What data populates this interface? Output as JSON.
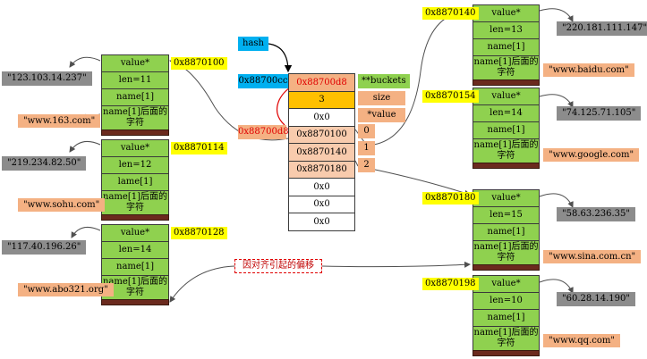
{
  "hash_label": "hash",
  "table_addr": "0x88700cc",
  "buckets_addr": "0x88700d8",
  "buckets_addr_red": "0x88700d8",
  "hashtable": {
    "cells": [
      "0x88700d8",
      "3",
      "0x0",
      "0x8870100",
      "0x8870140",
      "0x8870180",
      "0x0",
      "0x0",
      "0x0"
    ],
    "field_labels": [
      "**buckets",
      "size",
      "*value",
      "0",
      "1",
      "2"
    ]
  },
  "left_nodes": [
    {
      "addr": "0x8870100",
      "value": "value*",
      "len": "len=11",
      "name": "name[1]",
      "after": "name[1]后面的\n字符",
      "ip": "\"123.103.14.237\"",
      "url": "\"www.163.com\""
    },
    {
      "addr": "0x8870114",
      "value": "value*",
      "len": "len=12",
      "name": "lame[1]",
      "after": "name[1]后面的\n字符",
      "ip": "\"219.234.82.50\"",
      "url": "\"www.sohu.com\""
    },
    {
      "addr": "0x8870128",
      "value": "value*",
      "len": "len=14",
      "name": "name[1]",
      "after": "name[1]后面的\n字符",
      "ip": "\"117.40.196.26\"",
      "url": "\"www.abo321.org\""
    }
  ],
  "right_nodes": [
    {
      "addr": "0x8870140",
      "value": "value*",
      "len": "len=13",
      "name": "name[1]",
      "after": "name[1]后面的\n字符",
      "ip": "\"220.181.111.147\"",
      "url": "\"www.baidu.com\""
    },
    {
      "addr": "0x8870154",
      "value": "value*",
      "len": "len=14",
      "name": "name[1]",
      "after": "name[1]后面的\n字符",
      "ip": "\"74.125.71.105\"",
      "url": "\"www.google.com\""
    },
    {
      "addr": "0x8870180",
      "value": "value*",
      "len": "len=15",
      "name": "name[1]",
      "after": "name[1]后面的\n字符",
      "ip": "\"58.63.236.35\"",
      "url": "\"www.sina.com.cn\""
    },
    {
      "addr": "0x8870198",
      "value": "value*",
      "len": "len=10",
      "name": "name[1]",
      "after": "name[1]后面的\n字符",
      "ip": "\"60.28.14.190\"",
      "url": "\"www.qq.com\""
    }
  ],
  "alignment_note": "因对齐引起的偏移"
}
